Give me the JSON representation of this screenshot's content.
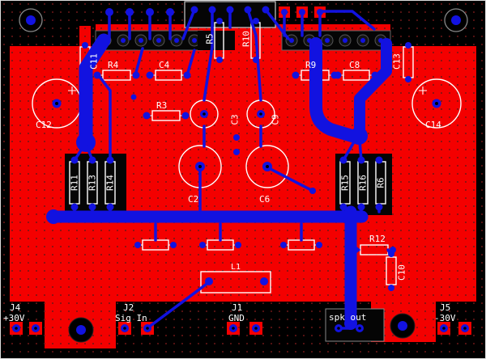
{
  "colors": {
    "copper_top": "#f40000",
    "copper_bottom": "#1212e0",
    "substrate": "#000000",
    "silkscreen": "#ffffff"
  },
  "refdes": {
    "c2": "C2",
    "c3": "C3",
    "c4": "C4",
    "c6": "C6",
    "c8": "C8",
    "c9": "C9",
    "c10": "C10",
    "c11": "C11",
    "c12": "C12",
    "c13": "C13",
    "c14": "C14",
    "r3": "R3",
    "r4": "R4",
    "r5": "R5",
    "r6": "R6",
    "r9": "R9",
    "r10": "R10",
    "r11": "R11",
    "r12": "R12",
    "r13": "R13",
    "r14": "R14",
    "r15": "R15",
    "r16": "R16",
    "l1": "L1"
  },
  "connectors": {
    "j4_name": "J4",
    "j4_net": "+30V",
    "j2_name": "J2",
    "j2_net": "Sig In",
    "j1_name": "J1",
    "j1_net": "GND",
    "j5_name": "J5",
    "j5_net": "-30V",
    "spk": "spk out"
  }
}
